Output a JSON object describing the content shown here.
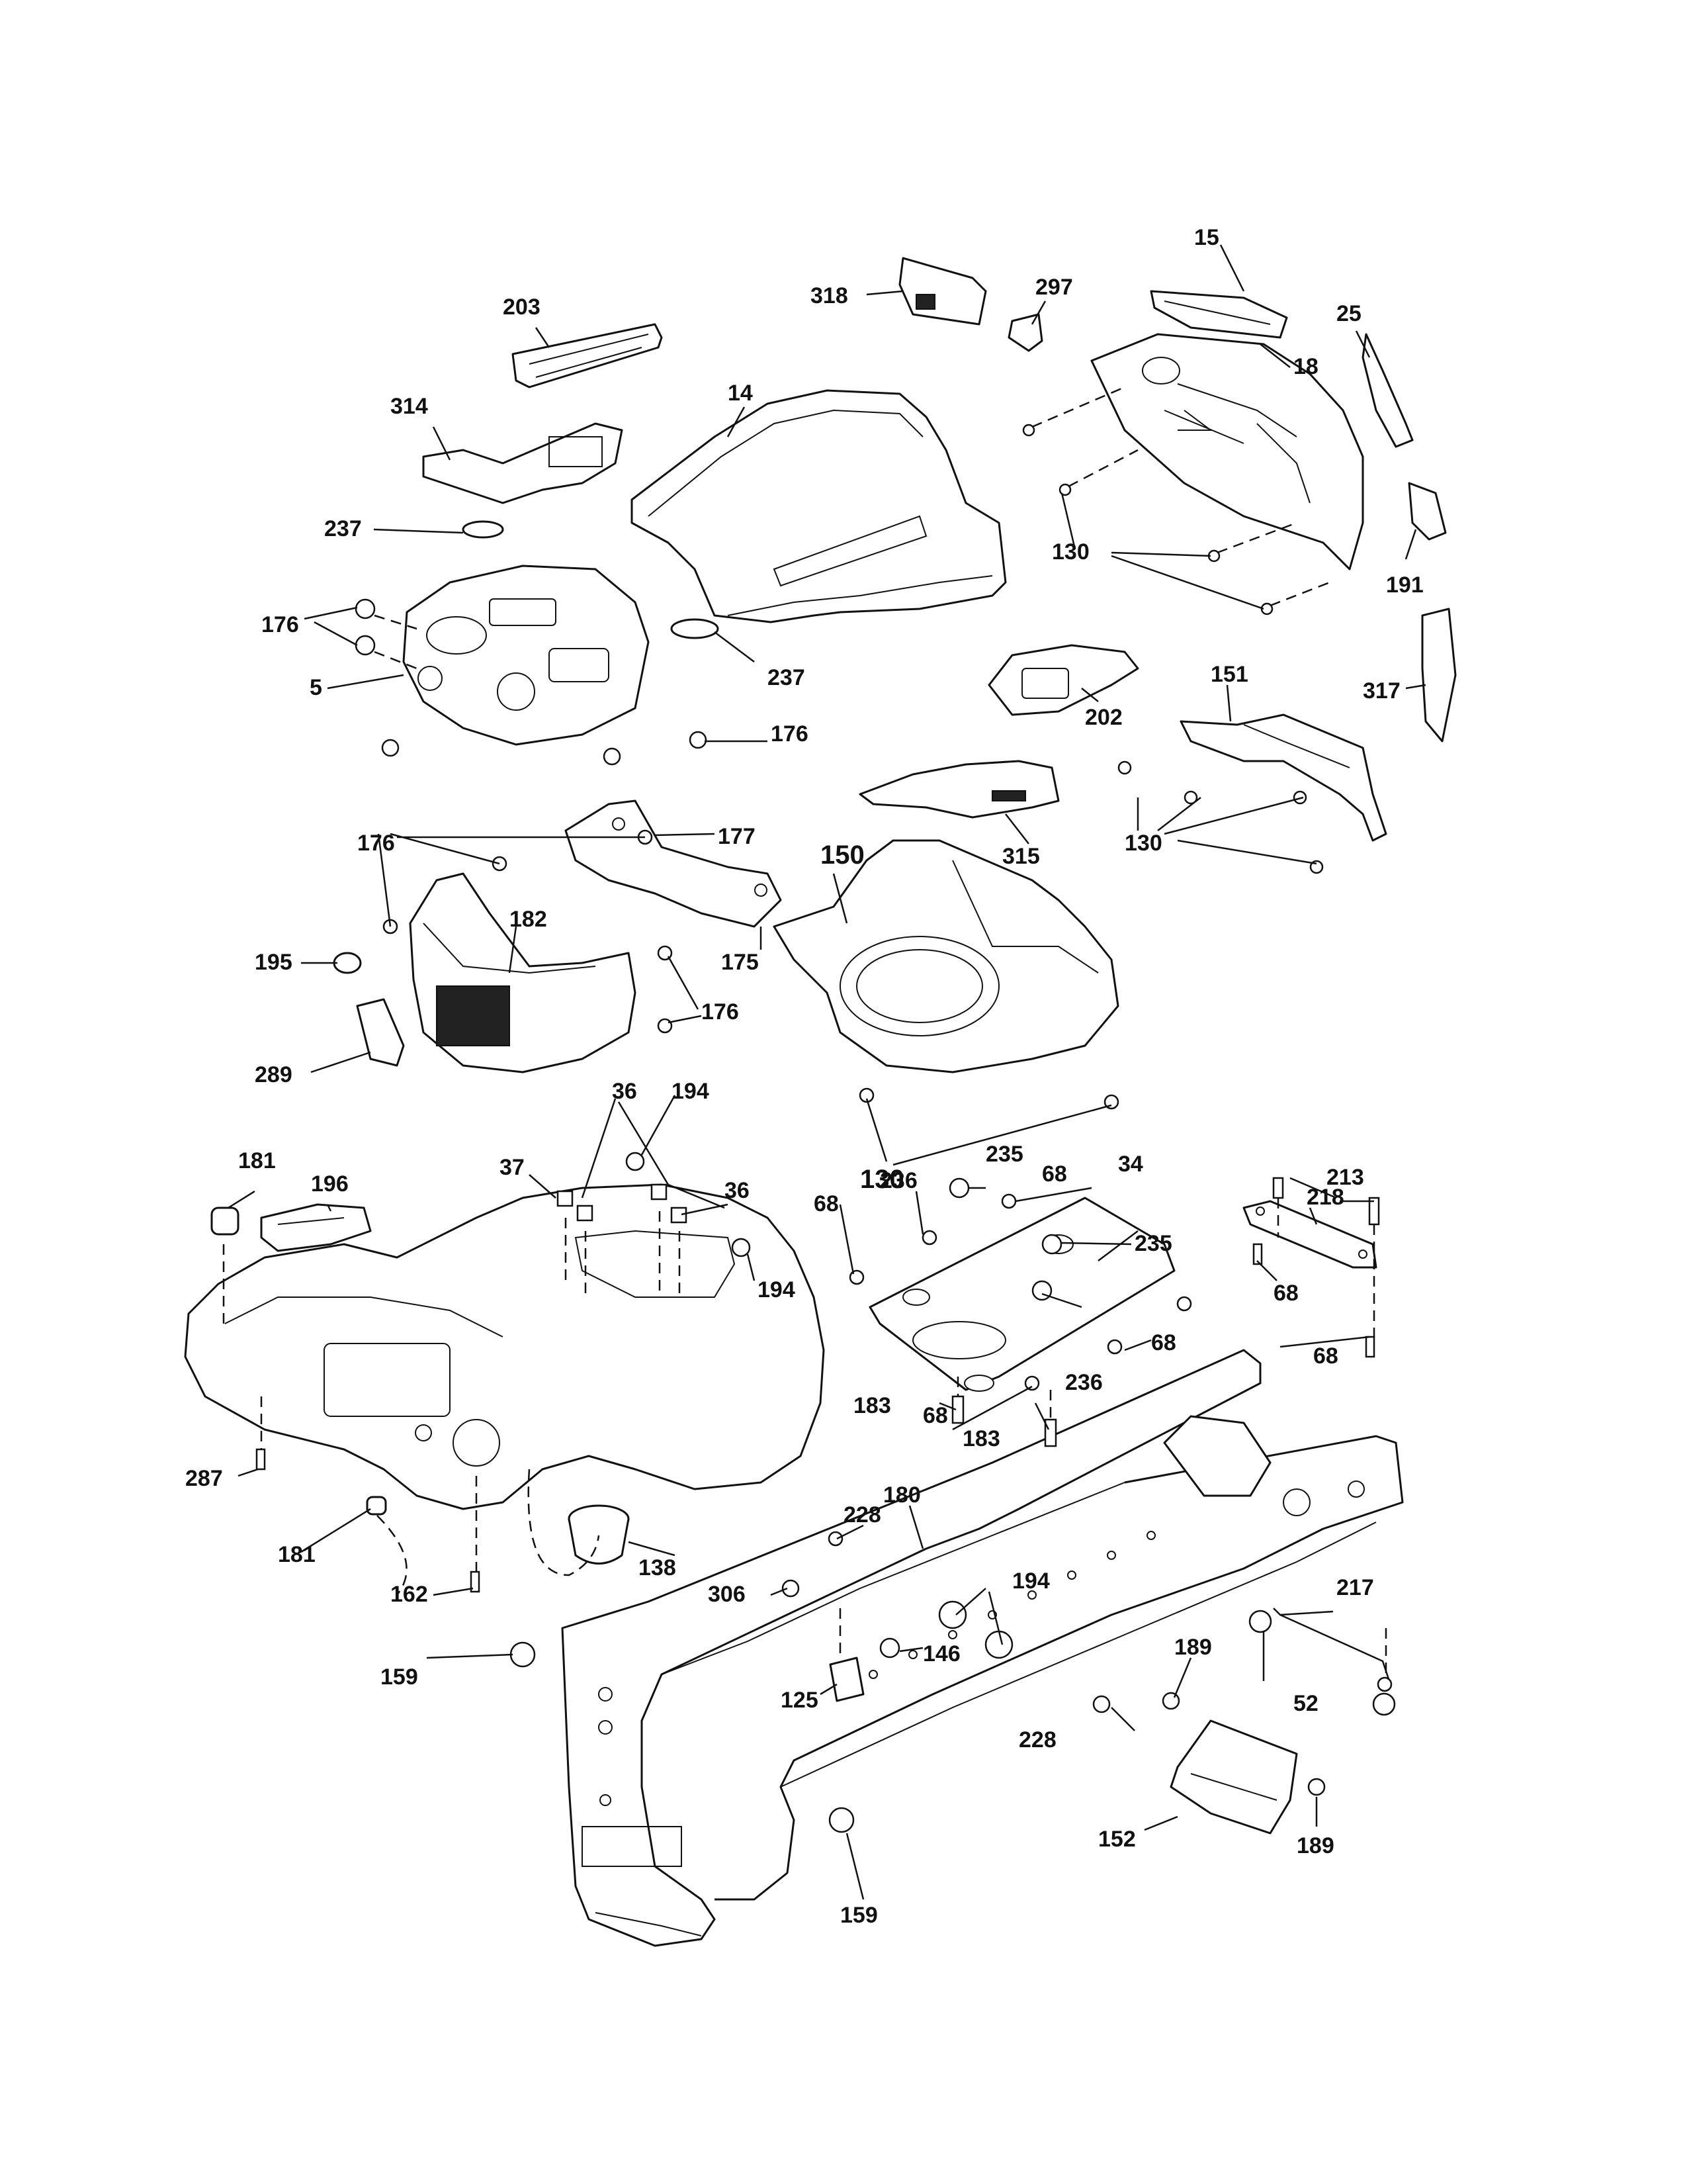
{
  "diagram": {
    "callouts": {
      "c15": "15",
      "c25": "25",
      "c18": "18",
      "c297": "297",
      "c318": "318",
      "c203": "203",
      "c14": "14",
      "c314": "314",
      "c237a": "237",
      "c237b": "237",
      "c176a": "176",
      "c176b": "176",
      "c176c": "176",
      "c176d": "176",
      "c5": "5",
      "c130a": "130",
      "c130b": "130",
      "c130c": "130",
      "c191": "191",
      "c317": "317",
      "c202": "202",
      "c151": "151",
      "c315": "315",
      "c150": "150",
      "c177": "177",
      "c175": "175",
      "c195": "195",
      "c182": "182",
      "c289": "289",
      "c36a": "36",
      "c36b": "36",
      "c194a": "194",
      "c194b": "194",
      "c194c": "194",
      "c37": "37",
      "c181a": "181",
      "c181b": "181",
      "c196": "196",
      "c235a": "235",
      "c235b": "235",
      "c236a": "236",
      "c236b": "236",
      "c68a": "68",
      "c68b": "68",
      "c68c": "68",
      "c68d": "68",
      "c68e": "68",
      "c68f": "68",
      "c34": "34",
      "c213": "213",
      "c218": "218",
      "c183a": "183",
      "c183b": "183",
      "c287": "287",
      "c180": "180",
      "c228a": "228",
      "c228b": "228",
      "c162": "162",
      "c138": "138",
      "c306": "306",
      "c146": "146",
      "c125": "125",
      "c217": "217",
      "c189a": "189",
      "c189b": "189",
      "c52": "52",
      "c159a": "159",
      "c159b": "159",
      "c152": "152"
    }
  }
}
